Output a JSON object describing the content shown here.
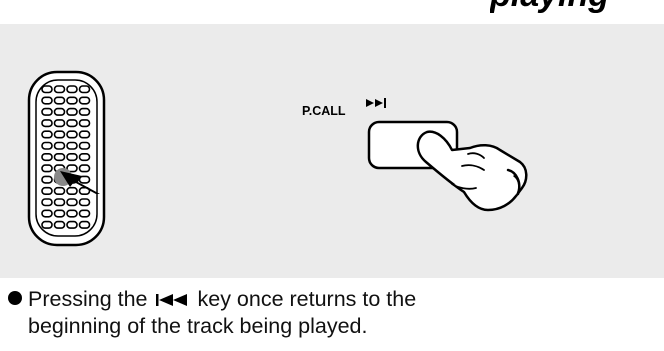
{
  "heading": {
    "text": "playing"
  },
  "illustration": {
    "button_label": "P.CALL",
    "button_symbol_icon": "skip-forward-icon",
    "remote_icon": "remote-control-icon",
    "hand_icon": "pressing-hand-icon",
    "arrow_icon": "arrow-pointer-icon"
  },
  "note": {
    "part1": "Pressing the",
    "key_icon": "skip-back-icon",
    "part2": "key once returns to the",
    "line2": "beginning of the track being played."
  }
}
